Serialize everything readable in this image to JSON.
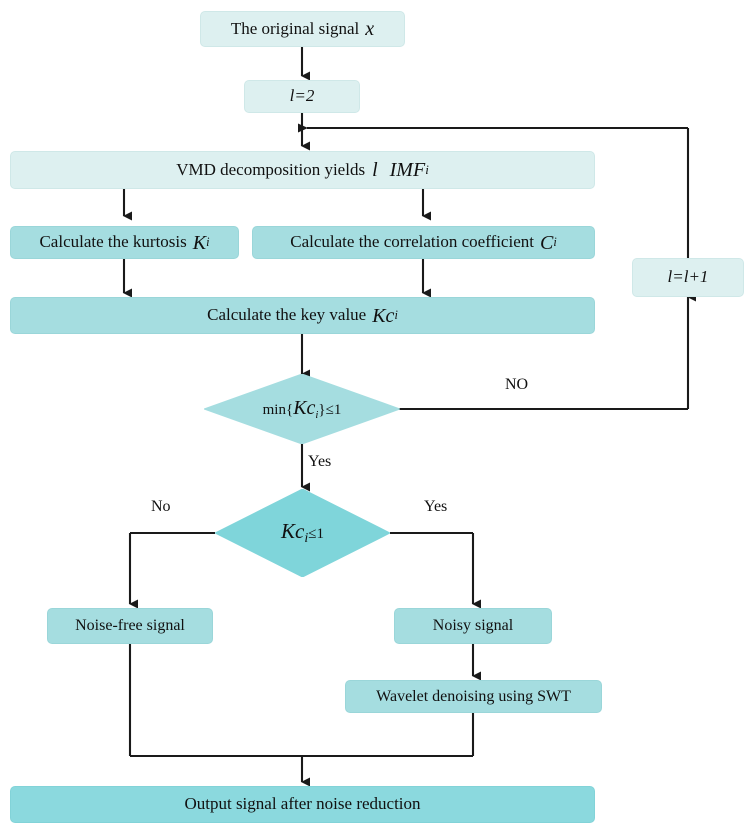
{
  "diagram": {
    "title": "VMD decomposition with SWT wavelet denoising flowchart",
    "colors": {
      "pale_fill": "#ddf0f0",
      "teal_fill": "#a5dde0",
      "teal_strong_fill": "#8bd9de",
      "line": "#1a1a1a",
      "text": "#111111"
    }
  },
  "nodes": {
    "original_signal": {
      "label": "The original signal",
      "symbol": "x"
    },
    "init_l": {
      "label": "l=2"
    },
    "vmd": {
      "prefix": "VMD decomposition yields",
      "var1": "l",
      "var2": "IMF",
      "sub2": "i"
    },
    "kurtosis": {
      "label": "Calculate the kurtosis",
      "symbol": "K",
      "sub": "i"
    },
    "correlation": {
      "label": "Calculate the correlation coefficient",
      "symbol": "C",
      "sub": "i"
    },
    "key_value": {
      "label": "Calculate the key value",
      "symbol": "Kc",
      "sub": "i"
    },
    "increment_l": {
      "label": "l=l+1"
    },
    "decision_min": {
      "prefix": "min{",
      "symbol": "Kc",
      "sub": "i",
      "suffix": "}≤1"
    },
    "decision_kc": {
      "symbol": "Kc",
      "sub": "i",
      "suffix": "≤1"
    },
    "noise_free": {
      "label": "Noise-free signal"
    },
    "noisy": {
      "label": "Noisy signal"
    },
    "wavelet": {
      "label": "Wavelet denoising using SWT"
    },
    "output": {
      "label": "Output signal after noise reduction"
    }
  },
  "edge_labels": {
    "min_no": "NO",
    "min_yes": "Yes",
    "kc_no": "No",
    "kc_yes": "Yes"
  }
}
